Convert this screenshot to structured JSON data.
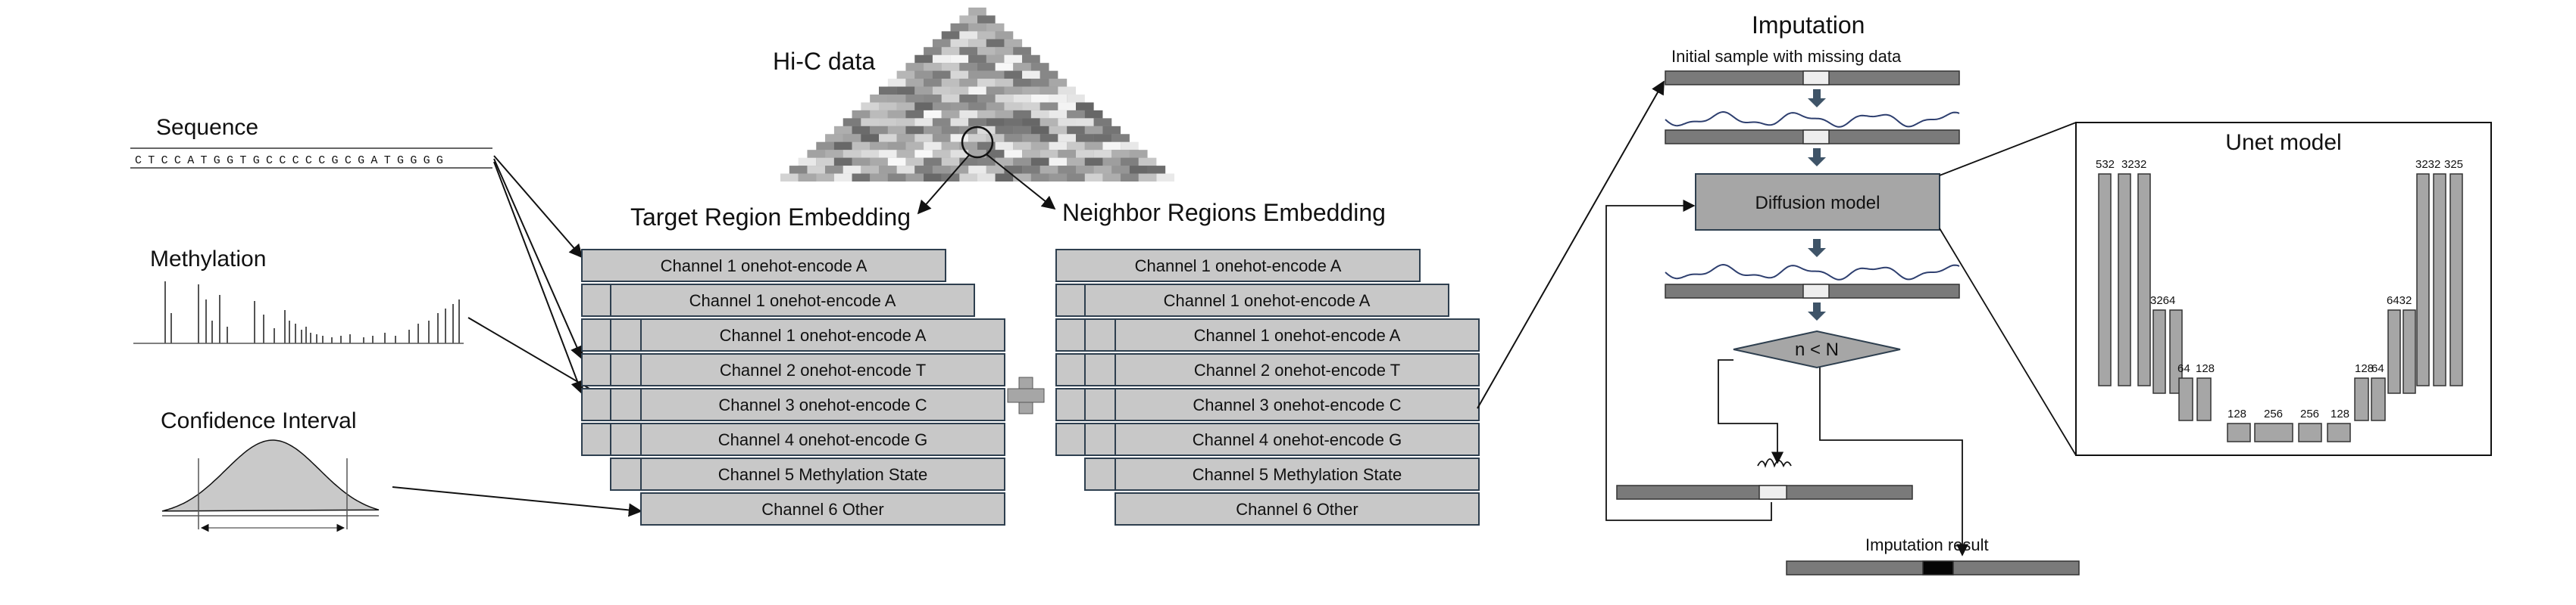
{
  "inputs": {
    "sequence_title": "Sequence",
    "sequence_text": "CTCCATGGTGCCCCCGCGATGGGG",
    "methylation_title": "Methylation",
    "confidence_title": "Confidence Interval"
  },
  "hic": {
    "title": "Hi-C data"
  },
  "embedding": {
    "target_title": "Target Region Embedding",
    "neighbor_title": "Neighbor Regions Embedding",
    "channels": [
      "Channel 1 onehot-encode A",
      "Channel 2 onehot-encode T",
      "Channel 3 onehot-encode C",
      "Channel 4 onehot-encode G",
      "Channel 5 Methylation State",
      "Channel 6 Other"
    ]
  },
  "imputation": {
    "title": "Imputation",
    "initial_label": "Initial sample with missing data",
    "diffusion_label": "Diffusion model",
    "condition_label": "n < N",
    "result_label": "Imputation result"
  },
  "unet": {
    "title": "Unet model",
    "labels": {
      "l1": "532",
      "l2": "3232",
      "l3": "3264",
      "l4": "64",
      "l5": "128",
      "b1": "128",
      "b2": "256",
      "b3": "256",
      "b4": "128",
      "r5": "128",
      "r4": "64",
      "r3": "6432",
      "r2": "3232",
      "r1": "325"
    }
  },
  "colors": {
    "box_fill": "#c8c8c8",
    "box_stroke": "#2e3f4f",
    "bar_fill": "#7a7a7a",
    "arrow_fill": "#3f5468",
    "plus_fill": "#a6a6a6"
  }
}
